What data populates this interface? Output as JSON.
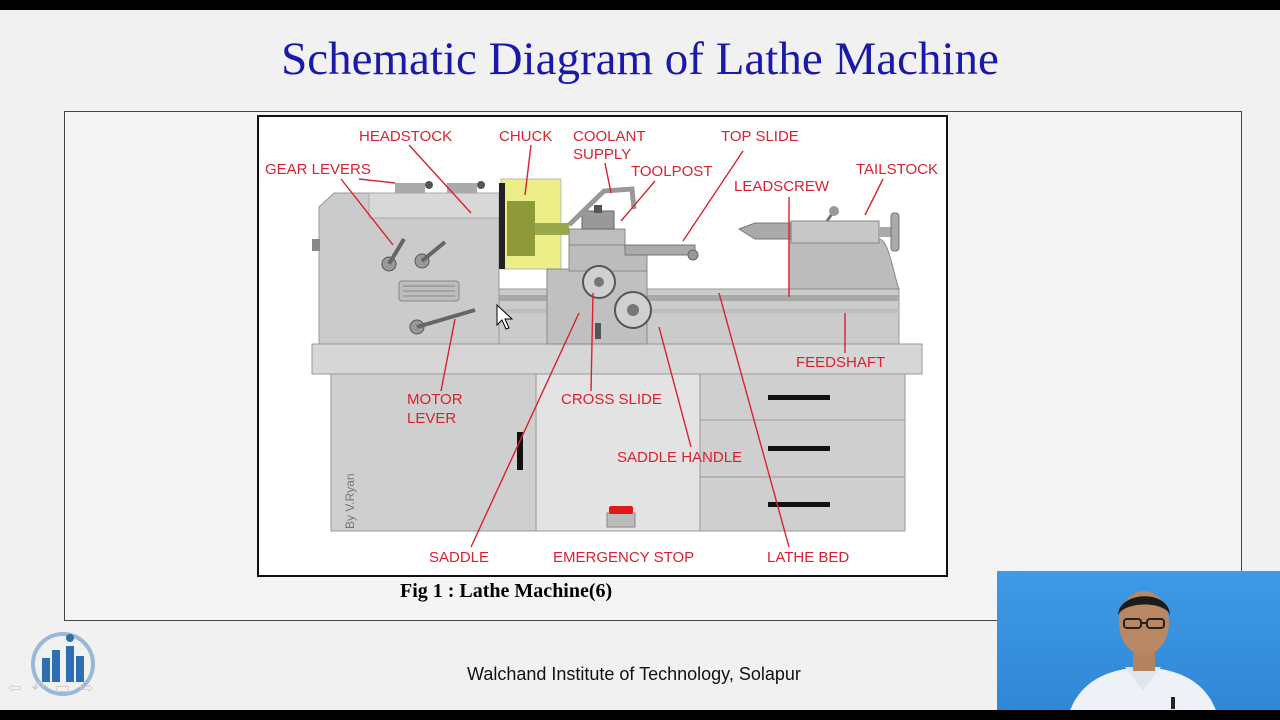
{
  "slide": {
    "title": "Schematic Diagram of Lathe Machine",
    "caption": "Fig 1 : Lathe Machine(6)",
    "footer": "Walchand Institute of Technology, Solapur"
  },
  "diagram": {
    "labels": {
      "headstock": "HEADSTOCK",
      "chuck": "CHUCK",
      "coolant_1": "COOLANT",
      "coolant_2": "SUPPLY",
      "top_slide": "TOP SLIDE",
      "gear_levers": "GEAR LEVERS",
      "toolpost": "TOOLPOST",
      "leadscrew": "LEADSCREW",
      "tailstock": "TAILSTOCK",
      "feedshaft": "FEEDSHAFT",
      "motor_lever_1": "MOTOR",
      "motor_lever_2": "LEVER",
      "cross_slide": "CROSS SLIDE",
      "saddle_handle": "SADDLE HANDLE",
      "saddle": "SADDLE",
      "emergency_stop": "EMERGENCY STOP",
      "lathe_bed": "LATHE BED"
    },
    "credit": "By V.Ryan",
    "label_color": "#d8222f"
  },
  "colors": {
    "title": "#1a1aa8",
    "machine": "#c9c9c9",
    "chuck_highlight": "#eeee88"
  },
  "icons": {
    "cursor": "mouse-pointer-icon",
    "logo": "wit-logo-icon",
    "nav_prev": "arrow-left-icon",
    "nav_next": "arrow-right-icon"
  }
}
